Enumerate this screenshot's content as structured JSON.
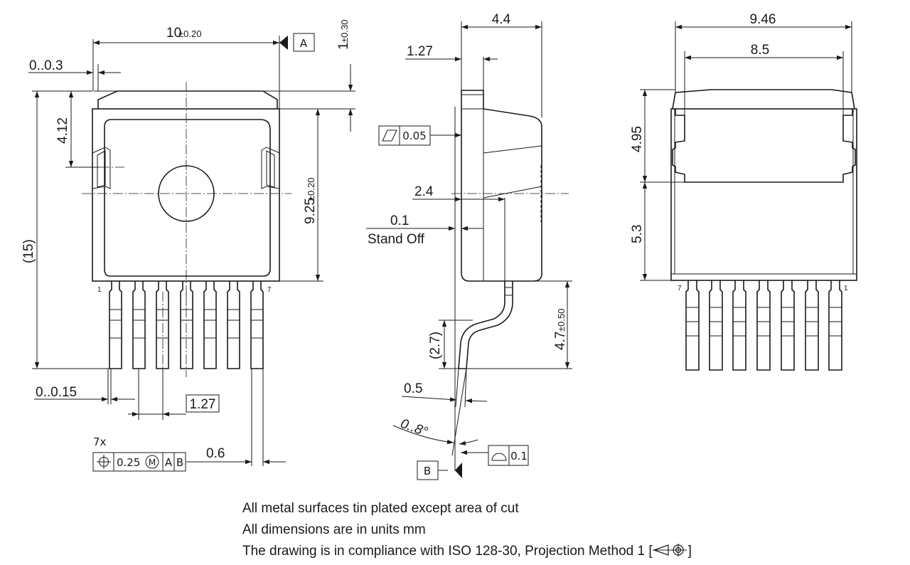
{
  "front_view": {
    "width": "10",
    "width_tol": "±0.20",
    "datum_a": "A",
    "top_height": "1",
    "top_height_tol": "±0.30",
    "tab_offset": "0..0.3",
    "hole_offset": "4.12",
    "overall_height": "(15)",
    "body_height": "9.25",
    "body_height_tol": "±0.20",
    "pin_first": "1",
    "pin_last": "7",
    "lead_offset": "0..0.15",
    "pitch": "1.27",
    "position_count": "7x",
    "position_value": "0.25",
    "mmc": "M",
    "datum_ref_a": "A",
    "datum_ref_b": "B",
    "lead_width": "0.6"
  },
  "side_view": {
    "thickness": "4.4",
    "tab_thickness": "1.27",
    "flatness": "0.05",
    "lead_height": "2.4",
    "standoff": "0.1",
    "standoff_label": "Stand Off",
    "lead_length": "4.7",
    "lead_length_tol": "±0.50",
    "foot_length": "(2.7)",
    "lead_thickness": "0.5",
    "angle": "0..8°",
    "datum_b": "B",
    "profile": "0.1"
  },
  "back_view": {
    "overall_width": "9.46",
    "pad_width": "8.5",
    "upper_height": "4.95",
    "lower_height": "5.3",
    "pin_first": "7",
    "pin_last": "1"
  },
  "notes": {
    "line1": "All metal surfaces tin plated except area of cut",
    "line2": "All dimensions are in units mm",
    "line3_prefix": "The drawing is in compliance with ISO 128-30, Projection Method 1 [",
    "line3_suffix": "]"
  },
  "icons": [
    "flatness-icon",
    "position-icon",
    "profile-icon",
    "projection-method-1-icon"
  ]
}
